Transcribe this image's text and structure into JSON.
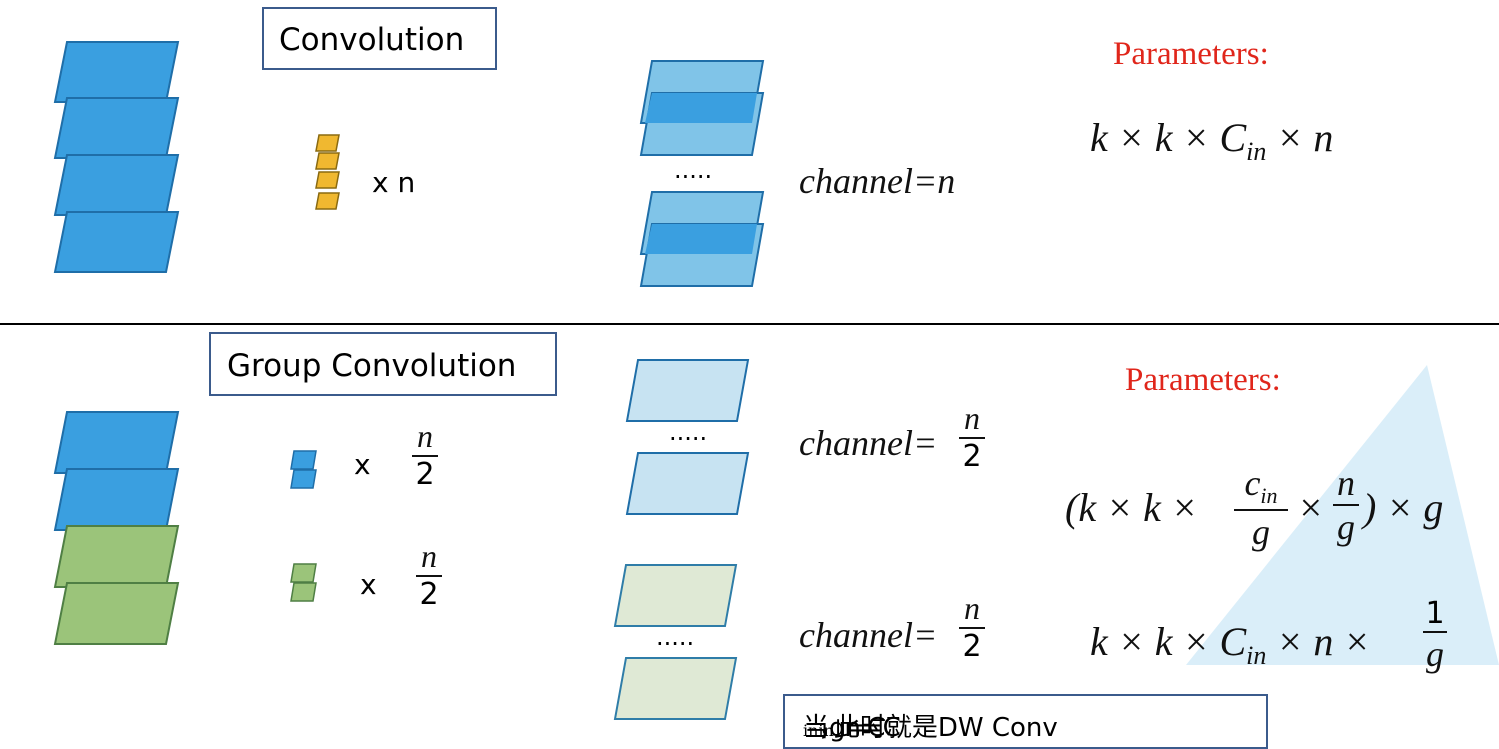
{
  "top": {
    "title": "Convolution",
    "times_n": "x n",
    "dots": ".....",
    "channel": "channel=n",
    "params_title": "Parameters:",
    "formula": "k × k × C",
    "formula_sub": "in",
    "formula_tail": " × n"
  },
  "bottom": {
    "title": "Group Convolution",
    "x1": "x",
    "x2": "x",
    "frac_num": "n",
    "frac_den": "2",
    "dots": ".....",
    "channel": "channel=",
    "params_title": "Parameters:",
    "formula1_prefix": "(k × k ×",
    "formula1_c": "c",
    "formula1_sub": "in",
    "formula1_g": "g",
    "formula1_times": "×",
    "formula1_n": "n",
    "formula1_suffix": ") × g",
    "formula2": "k × k × C",
    "formula2_sub": "in",
    "formula2_tail": " × n ×",
    "formula2_num": "1",
    "formula2_den": "g",
    "note_prefix": "当g=C",
    "note_sub": "in",
    "note_mid": "，n=C",
    "note_sub2": "in",
    "note_suffix": "此时就是DW Conv"
  },
  "colors": {
    "blue_fill": "#3a9fe0",
    "blue_stroke": "#1f6ea8",
    "green_fill": "#9bc47a",
    "green_stroke": "#4f7f44",
    "yellow_fill": "#f0b830",
    "light_blue": "#c7e3f2",
    "light_green": "#dfe9d5",
    "red": "#e0261b",
    "divider": "#000000"
  }
}
